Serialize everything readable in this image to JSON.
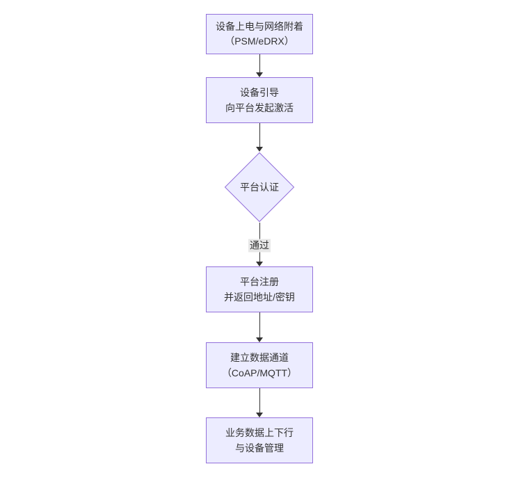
{
  "diagram": {
    "type": "flowchart",
    "direction": "top-down",
    "colors": {
      "canvas-bg": "#ffffff",
      "node-fill": "#ECECFF",
      "node-border": "#9370DB",
      "arrow": "#333333",
      "label-bg": "#e8e8e8",
      "text": "#333333"
    },
    "nodes": [
      {
        "id": "power-attach",
        "shape": "rect",
        "lines": [
          "设备上电与网络附着",
          "（PSM/eDRX）"
        ]
      },
      {
        "id": "bootstrap-activate",
        "shape": "rect",
        "lines": [
          "设备引导",
          "向平台发起激活"
        ]
      },
      {
        "id": "platform-auth",
        "shape": "diamond",
        "lines": [
          "平台认证"
        ]
      },
      {
        "id": "platform-register",
        "shape": "rect",
        "lines": [
          "平台注册",
          "并返回地址/密钥"
        ]
      },
      {
        "id": "data-channel",
        "shape": "rect",
        "lines": [
          "建立数据通道",
          "（CoAP/MQTT）"
        ]
      },
      {
        "id": "business-data",
        "shape": "rect",
        "lines": [
          "业务数据上下行",
          "与设备管理"
        ]
      }
    ],
    "edges": [
      {
        "from": "power-attach",
        "to": "bootstrap-activate",
        "label": ""
      },
      {
        "from": "bootstrap-activate",
        "to": "platform-auth",
        "label": ""
      },
      {
        "from": "platform-auth",
        "to": "platform-register",
        "label": "通过"
      },
      {
        "from": "platform-register",
        "to": "data-channel",
        "label": ""
      },
      {
        "from": "data-channel",
        "to": "business-data",
        "label": ""
      }
    ]
  }
}
